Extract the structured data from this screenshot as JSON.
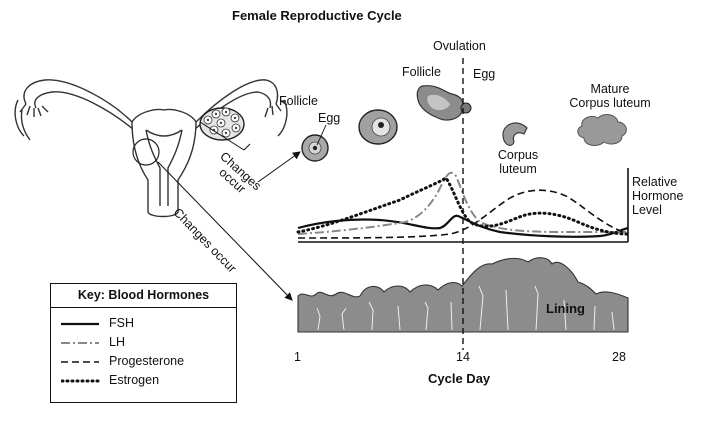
{
  "title": "Female Reproductive Cycle",
  "labels": {
    "ovulation": "Ovulation",
    "follicle_1": "Follicle",
    "egg_1": "Egg",
    "follicle_2": "Follicle",
    "egg_2": "Egg",
    "corpus_luteum_line1": "Corpus",
    "corpus_luteum_line2": "luteum",
    "mature_line1": "Mature",
    "mature_line2": "Corpus luteum",
    "changes_occur_ovary_line1": "Changes",
    "changes_occur_ovary_line2": "occur",
    "changes_occur_uterus": "Changes occur",
    "lining": "Lining",
    "hormone_level_line1": "Relative",
    "hormone_level_line2": "Hormone",
    "hormone_level_line3": "Level"
  },
  "axis": {
    "xlabel": "Cycle Day",
    "ticks": [
      "1",
      "14",
      "28"
    ]
  },
  "key": {
    "title": "Key: Blood Hormones",
    "items": [
      {
        "label": "FSH",
        "style": "solid"
      },
      {
        "label": "LH",
        "style": "dash-dot"
      },
      {
        "label": "Progesterone",
        "style": "dashed"
      },
      {
        "label": "Estrogen",
        "style": "dotted"
      }
    ]
  },
  "colors": {
    "line": "#111111",
    "lh": "#888888",
    "lining_fill": "#8c8c8c",
    "structure_fill": "#9a9a9a",
    "light_fill": "#d0d0d0"
  }
}
